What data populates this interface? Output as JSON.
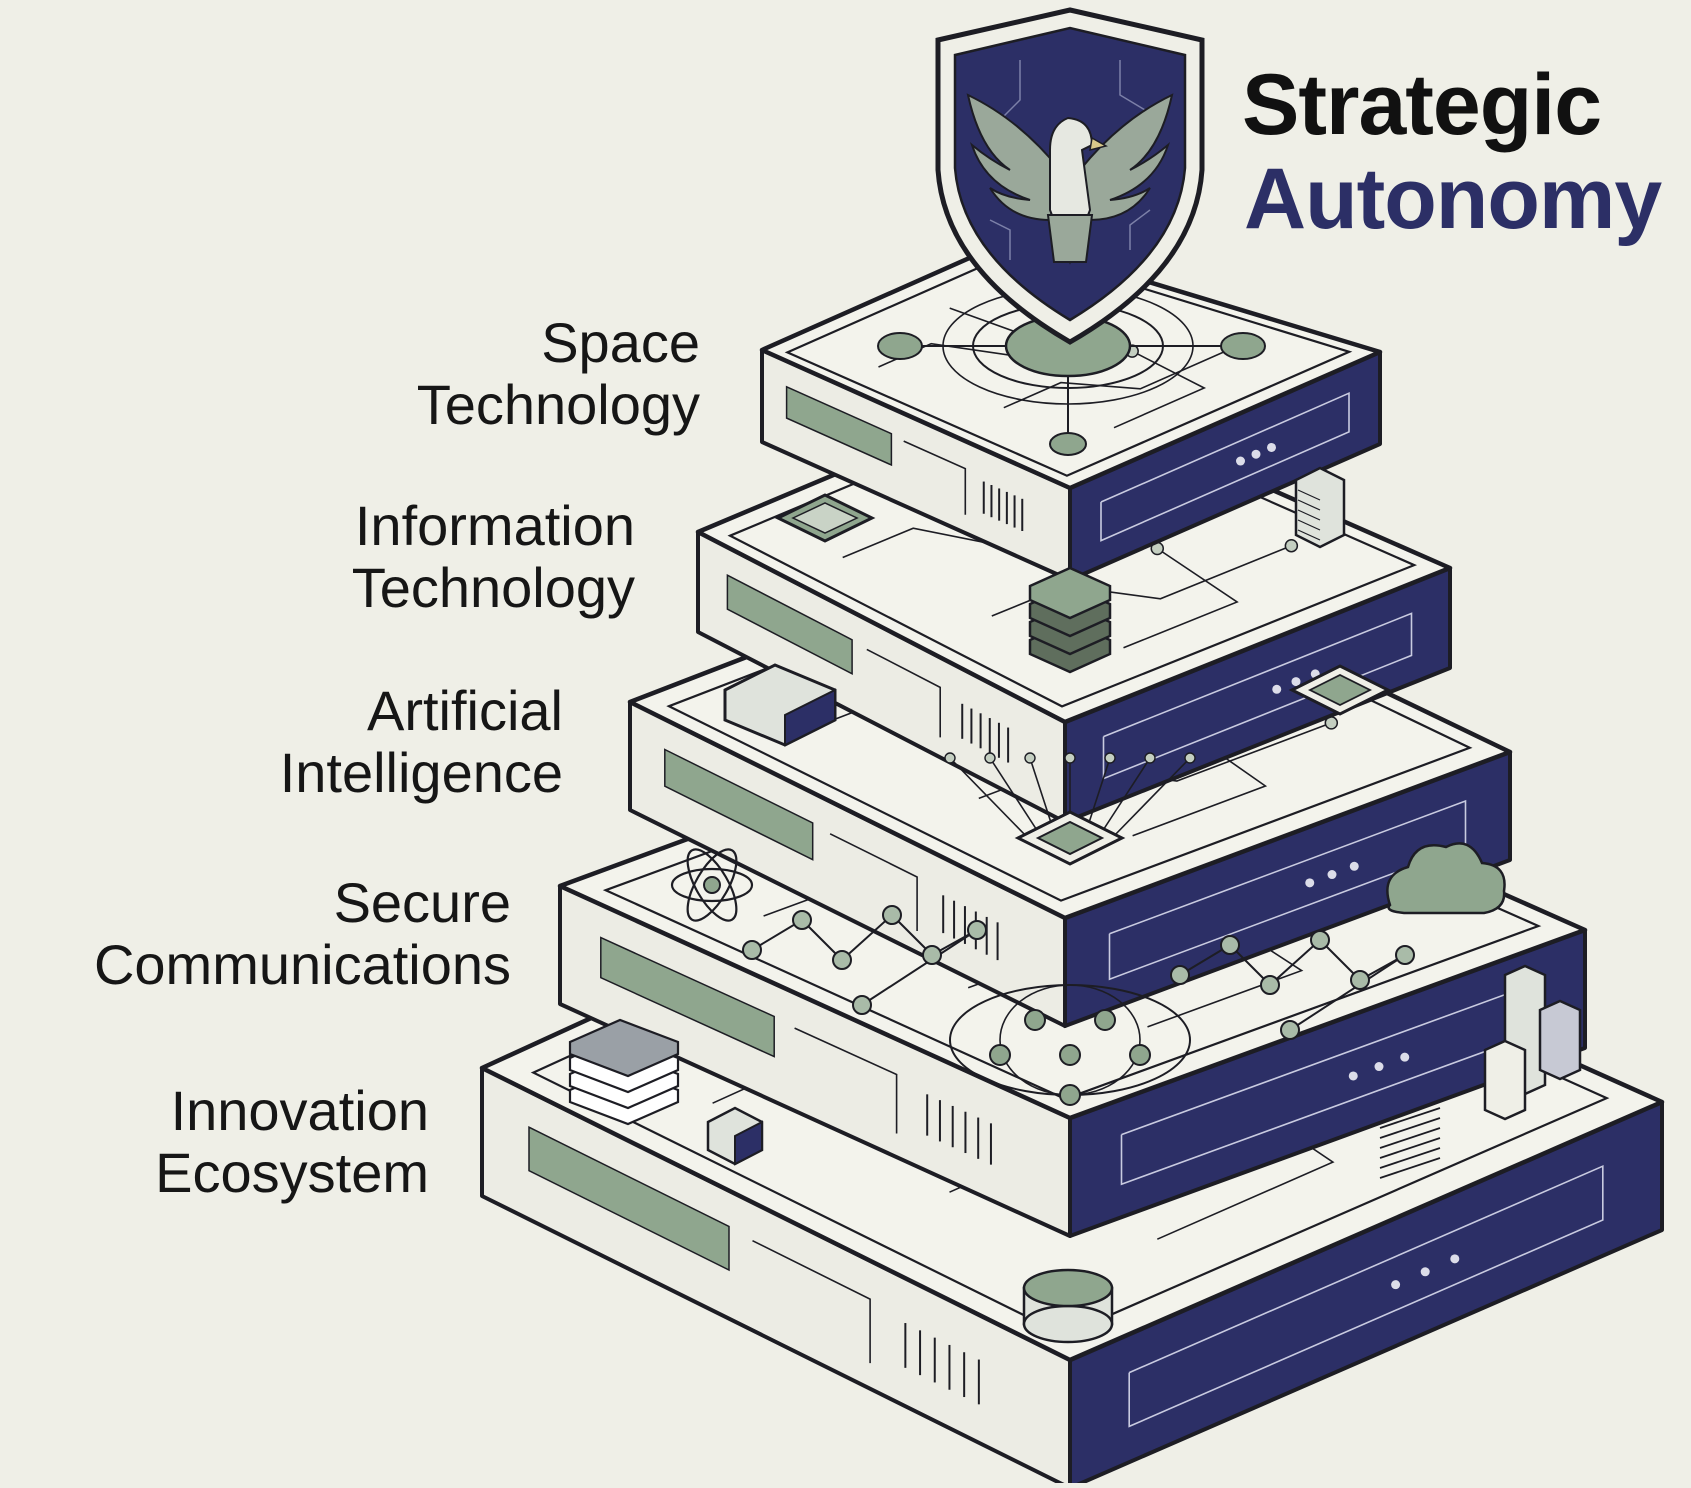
{
  "title": {
    "line1": "Strategic",
    "line2": "Autonomy"
  },
  "layers": [
    {
      "line1": "Space",
      "line2": "Technology"
    },
    {
      "line1": "Information",
      "line2": "Technology"
    },
    {
      "line1": "Artificial",
      "line2": "Intelligence"
    },
    {
      "line1": "Secure",
      "line2": "Communications"
    },
    {
      "line1": "Innovation",
      "line2": "Ecosystem"
    }
  ],
  "colors": {
    "background": "#efefe7",
    "navy": "#2c2f66",
    "sage": "#8fa68e",
    "platform_top": "#f3f3ec",
    "ink": "#161616"
  },
  "icons": [
    "shield-eagle-emblem",
    "orbit-network-icon",
    "microchip-icon",
    "server-rack-icon",
    "stacked-disks-icon",
    "atom-icon",
    "cloud-icon",
    "circuit-network-icon",
    "database-cylinder-icon",
    "building-icon",
    "cube-icon",
    "document-icon"
  ]
}
